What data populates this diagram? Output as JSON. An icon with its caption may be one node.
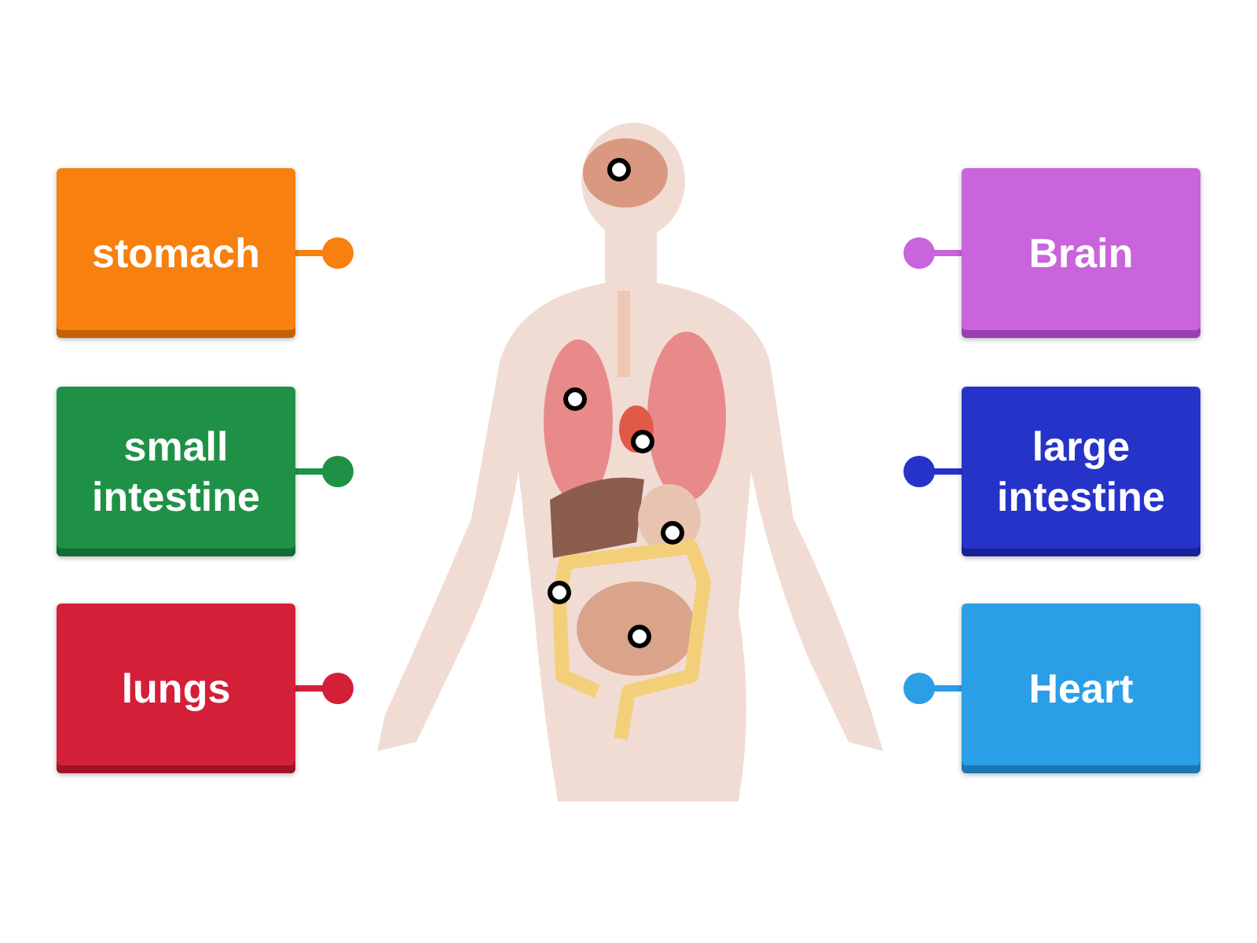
{
  "diagram": {
    "nodes": [
      {
        "text": [
          "stomach"
        ]
      },
      {
        "text": [
          "Brain"
        ]
      },
      {
        "text": [
          "small intestine"
        ]
      },
      {
        "text": [
          "large intestine"
        ]
      },
      {
        "text": [
          "lungs"
        ]
      },
      {
        "text": [
          "Heart"
        ]
      }
    ],
    "edges": [
      {
        "from": 0,
        "to": null,
        "arrow": "other",
        "color": "#f7800f"
      },
      {
        "from": 1,
        "to": null,
        "arrow": "other",
        "color": "#c964dc"
      },
      {
        "from": 2,
        "to": null,
        "arrow": "other",
        "color": "#1f9147"
      },
      {
        "from": 3,
        "to": null,
        "arrow": "other",
        "color": "#2533c9"
      },
      {
        "from": 4,
        "to": null,
        "arrow": "other",
        "color": "#d41f38"
      },
      {
        "from": 5,
        "to": null,
        "arrow": "other",
        "color": "#2a9fe6"
      }
    ]
  }
}
